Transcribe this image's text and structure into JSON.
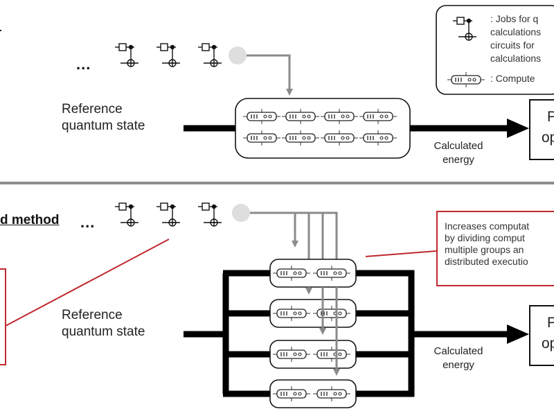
{
  "legend": {
    "jobs_text": [
      ": Jobs for q",
      "calculations",
      "circuits for",
      "calculations"
    ],
    "compute_text": ": Compute"
  },
  "top": {
    "ellipsis": "...",
    "reference_label": [
      "Reference",
      "quantum state"
    ],
    "energy_label": [
      "Calculated",
      "energy"
    ],
    "output_label": [
      "P",
      "op"
    ]
  },
  "bottom": {
    "title": "d method",
    "ellipsis": "...",
    "reference_label": [
      "Reference",
      "quantum state"
    ],
    "energy_label": [
      "Calculated",
      "energy"
    ],
    "output_label": [
      "P",
      "op"
    ],
    "note": [
      "Increases computat",
      "by dividing comput",
      "multiple groups an",
      "distributed executio"
    ]
  },
  "colors": {
    "accent_red": "#c0282d",
    "flow_black": "#000000",
    "divider_gray": "#8c8c8c",
    "arrow_gray": "#8a8a8a"
  }
}
